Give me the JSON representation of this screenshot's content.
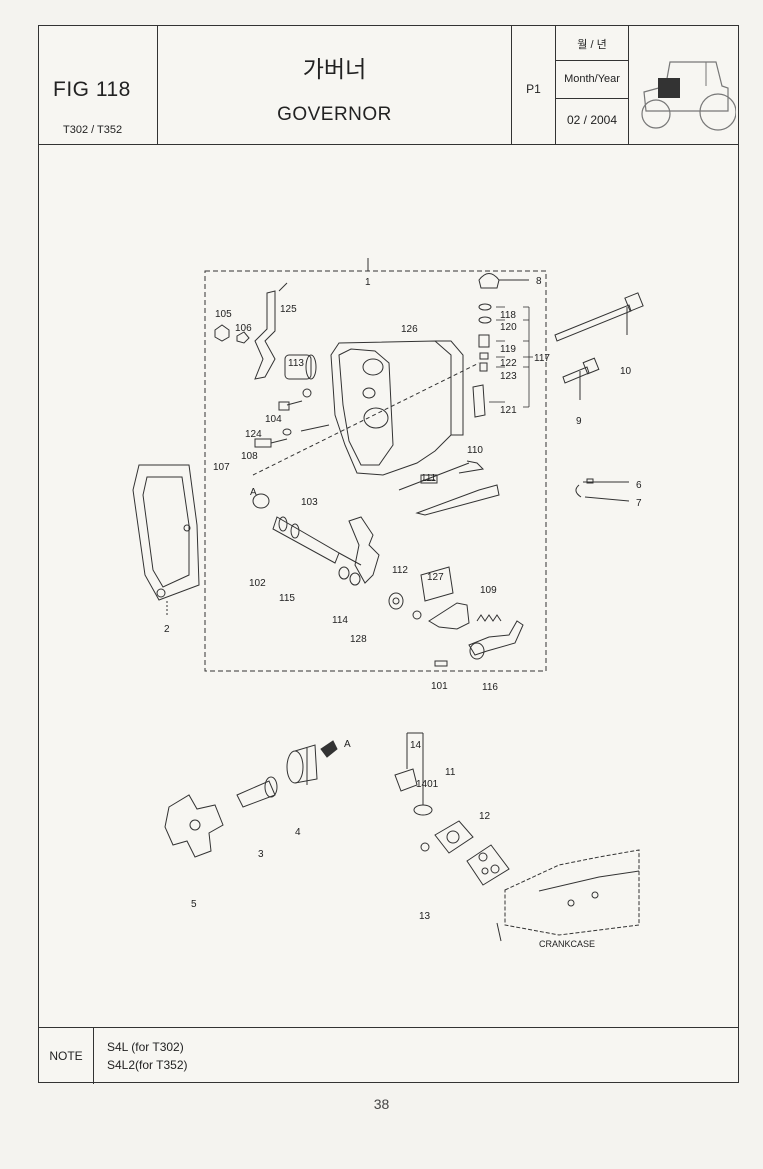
{
  "header": {
    "fig_label": "FIG 118",
    "models": "T302 / T352",
    "title_ko": "가버너",
    "title_en": "GOVERNOR",
    "page_code": "P1",
    "month_year_ko": "월 / 년",
    "month_year_en": "Month/Year",
    "date": "02 / 2004"
  },
  "diagram": {
    "callouts": {
      "c1": "1",
      "c2": "2",
      "c3": "3",
      "c4": "4",
      "c5": "5",
      "c6": "6",
      "c7": "7",
      "c8": "8",
      "c9": "9",
      "c10": "10",
      "c11": "11",
      "c12": "12",
      "c13": "13",
      "c14": "14",
      "c1401": "1401",
      "c101": "101",
      "c102": "102",
      "c103": "103",
      "c104": "104",
      "c105": "105",
      "c106": "106",
      "c107": "107",
      "c108": "108",
      "c109": "109",
      "c110": "110",
      "c111": "111",
      "c112": "112",
      "c113": "113",
      "c114": "114",
      "c115": "115",
      "c116": "116",
      "c117": "117",
      "c118": "118",
      "c119": "119",
      "c120": "120",
      "c121": "121",
      "c122": "122",
      "c123": "123",
      "c124": "124",
      "c125": "125",
      "c126": "126",
      "c127": "127",
      "c128": "128",
      "refA1": "A",
      "refA2": "A"
    },
    "crankcase_label": "CRANKCASE"
  },
  "note": {
    "label": "NOTE",
    "line1": "S4L  (for T302)",
    "line2": "S4L2(for T352)"
  },
  "page_number": "38"
}
